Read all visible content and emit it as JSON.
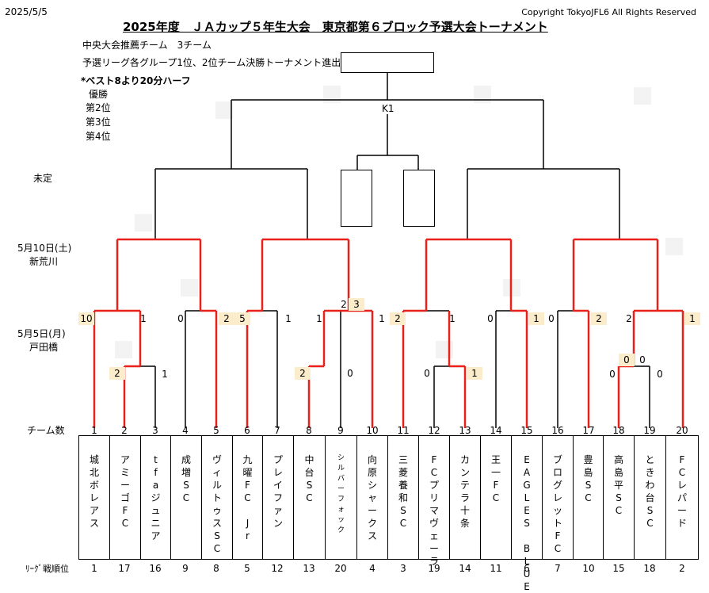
{
  "header": {
    "date": "2025/5/5",
    "copyright": "Copyright TokyoJFL6 All Rights Reserved",
    "title": "2025年度　ＪＡカップ５年生大会　東京都第６ブロック予選大会トーナメント"
  },
  "notes": {
    "line1": "中央大会推薦チーム　3チーム",
    "line2": "予選リーグ各グループ1位、2位チーム決勝トーナメント進出",
    "line3": "*ベスト8より20分ハーフ"
  },
  "places": [
    "優勝",
    "第2位",
    "第3位",
    "第4位"
  ],
  "round_labels": {
    "undecided": "未定",
    "day1_date": "5月10日(土)",
    "day1_venue": "新荒川",
    "day2_date": "5月5日(月)",
    "day2_venue": "戸田橋"
  },
  "final_label": "K1",
  "team_count_label": "チーム数",
  "league_rank_label": "ﾘｰｸﾞ戦順位",
  "teams": [
    {
      "no": "1",
      "name": "城北ボレアス",
      "rank": "1"
    },
    {
      "no": "2",
      "name": "アミーゴFC",
      "rank": "17"
    },
    {
      "no": "3",
      "name": "tfaジュニア",
      "rank": "16"
    },
    {
      "no": "4",
      "name": "成増SC",
      "rank": "9"
    },
    {
      "no": "5",
      "name": "ヴィルトゥスSC",
      "rank": "8"
    },
    {
      "no": "6",
      "name": "九曜FC Jr",
      "rank": "5"
    },
    {
      "no": "7",
      "name": "プレイファン",
      "rank": "12"
    },
    {
      "no": "8",
      "name": "中台SC",
      "rank": "13"
    },
    {
      "no": "9",
      "name": "シルバーフォック",
      "rank": "20"
    },
    {
      "no": "10",
      "name": "向原シャークス",
      "rank": "4"
    },
    {
      "no": "11",
      "name": "三菱養和SC",
      "rank": "3"
    },
    {
      "no": "12",
      "name": "FCプリマヴェーラ",
      "rank": "19"
    },
    {
      "no": "13",
      "name": "カンテラ十条",
      "rank": "14"
    },
    {
      "no": "14",
      "name": "王一FC",
      "rank": "11"
    },
    {
      "no": "15",
      "name": "EAGLES BLUE",
      "rank": "6"
    },
    {
      "no": "16",
      "name": "ブログレットFC",
      "rank": "7"
    },
    {
      "no": "17",
      "name": "豊島SC",
      "rank": "10"
    },
    {
      "no": "18",
      "name": "高島平SC",
      "rank": "15"
    },
    {
      "no": "19",
      "name": "ときわ台SC",
      "rank": "18"
    },
    {
      "no": "20",
      "name": "FCレパード",
      "rank": "2"
    }
  ],
  "scores": {
    "m1": [
      "10",
      "1"
    ],
    "m2": [
      "2",
      "1"
    ],
    "m3": [
      "0",
      "2"
    ],
    "m4": [
      "5",
      "1"
    ],
    "m5": [
      "1",
      "1"
    ],
    "m6": [
      "2",
      "0"
    ],
    "m6b": [
      "2",
      "3"
    ],
    "m7": [
      "2",
      "1"
    ],
    "m8": [
      "0",
      "1"
    ],
    "m9": [
      "0",
      "1"
    ],
    "m10": [
      "0",
      "2"
    ],
    "m11": [
      "2",
      "1"
    ],
    "m11b": [
      "0",
      "0"
    ]
  },
  "colors": {
    "win_line": "#e8221a",
    "line": "#000000",
    "score_highlight": "#fbeccc"
  }
}
